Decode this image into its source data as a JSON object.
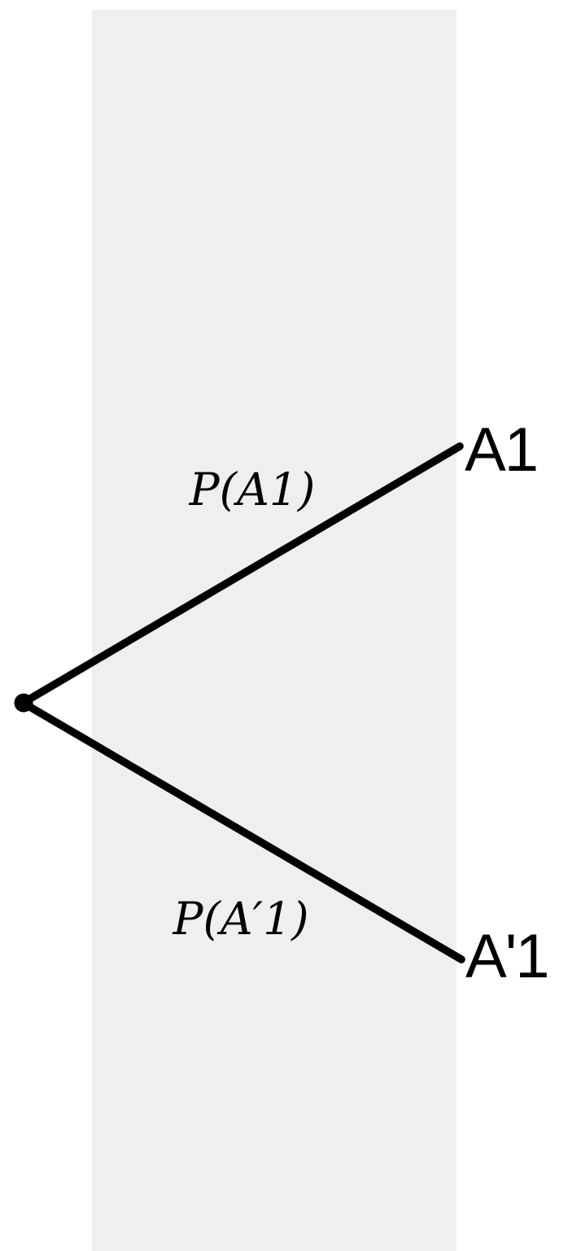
{
  "figure": {
    "type": "probability-tree",
    "background_color": "#ffffff",
    "band": {
      "color": "#efefef"
    },
    "colors": {
      "line": "#000000",
      "text": "#000000"
    },
    "tree": {
      "branches": [
        {
          "probability_label": "P(A1)",
          "outcome_label": "A1"
        },
        {
          "probability_label": "P(A′1)",
          "outcome_label": "A'1"
        }
      ]
    }
  }
}
